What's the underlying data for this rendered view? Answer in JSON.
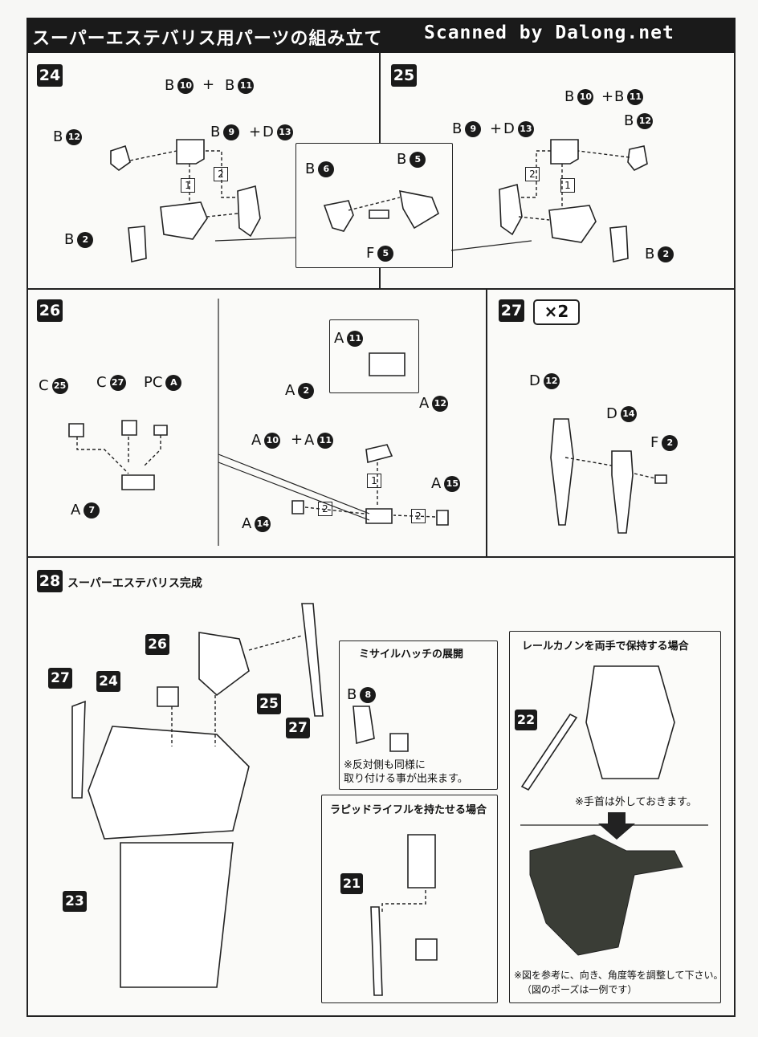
{
  "header": {
    "title": "スーパーエステバリス用パーツの組み立て",
    "scan_credit": "Scanned by Dalong.net"
  },
  "steps": {
    "s24": {
      "num": "24",
      "labels": {
        "b10_b11_a": "B",
        "b10_n": "10",
        "plus1": "+",
        "b11_a": "B",
        "b11_n": "11",
        "b12_a": "B",
        "b12_n": "12",
        "b9_a": "B",
        "b9_n": "9",
        "plus2": "+",
        "d13_a": "D",
        "d13_n": "13",
        "b2_a": "B",
        "b2_n": "2"
      },
      "sub1": "1",
      "sub2": "2"
    },
    "inset": {
      "b6_a": "B",
      "b6_n": "6",
      "b5_a": "B",
      "b5_n": "5",
      "f5_a": "F",
      "f5_n": "5"
    },
    "s25": {
      "num": "25",
      "labels": {
        "b10_a": "B",
        "b10_n": "10",
        "plus1": "+",
        "b11_a": "B",
        "b11_n": "11",
        "b12_a": "B",
        "b12_n": "12",
        "b9_a": "B",
        "b9_n": "9",
        "plus2": "+",
        "d13_a": "D",
        "d13_n": "13",
        "b2_a": "B",
        "b2_n": "2"
      },
      "sub1": "1",
      "sub2": "2"
    },
    "s26": {
      "num": "26",
      "labels": {
        "c25_a": "C",
        "c25_n": "25",
        "c27_a": "C",
        "c27_n": "27",
        "pca_a": "PC",
        "pca_n": "A",
        "a7_a": "A",
        "a7_n": "7",
        "a11_a": "A",
        "a11_n": "11",
        "a2_a": "A",
        "a2_n": "2",
        "a12_a": "A",
        "a12_n": "12",
        "a10_a": "A",
        "a10_n": "10",
        "plus": "+",
        "a11b_a": "A",
        "a11b_n": "11",
        "a15_a": "A",
        "a15_n": "15",
        "a14_a": "A",
        "a14_n": "14"
      },
      "sub1": "1",
      "sub2a": "2",
      "sub2b": "2"
    },
    "s27": {
      "num": "27",
      "multiplier": "×2",
      "labels": {
        "d12_a": "D",
        "d12_n": "12",
        "d14_a": "D",
        "d14_n": "14",
        "f2_a": "F",
        "f2_n": "2"
      }
    },
    "s28": {
      "num": "28",
      "title": "スーパーエステバリス完成",
      "callouts": {
        "c26": "26",
        "c25": "25",
        "c27a": "27",
        "c24": "24",
        "c27b": "27",
        "c23": "23"
      },
      "missile": {
        "title": "ミサイルハッチの展開",
        "b8_a": "B",
        "b8_n": "8",
        "note1": "※反対側も同様に",
        "note2": "取り付ける事が出来ます。"
      },
      "rapid": {
        "title": "ラピッドライフルを持たせる場合",
        "num": "21"
      },
      "rail": {
        "title": "レールカノンを両手で保持する場合",
        "num": "22",
        "note_hands": "※手首は外しておきます。",
        "note_adjust1": "※図を参考に、向き、角度等を調整して下さい。",
        "note_adjust2": "（図のポーズは一例です）"
      }
    }
  }
}
